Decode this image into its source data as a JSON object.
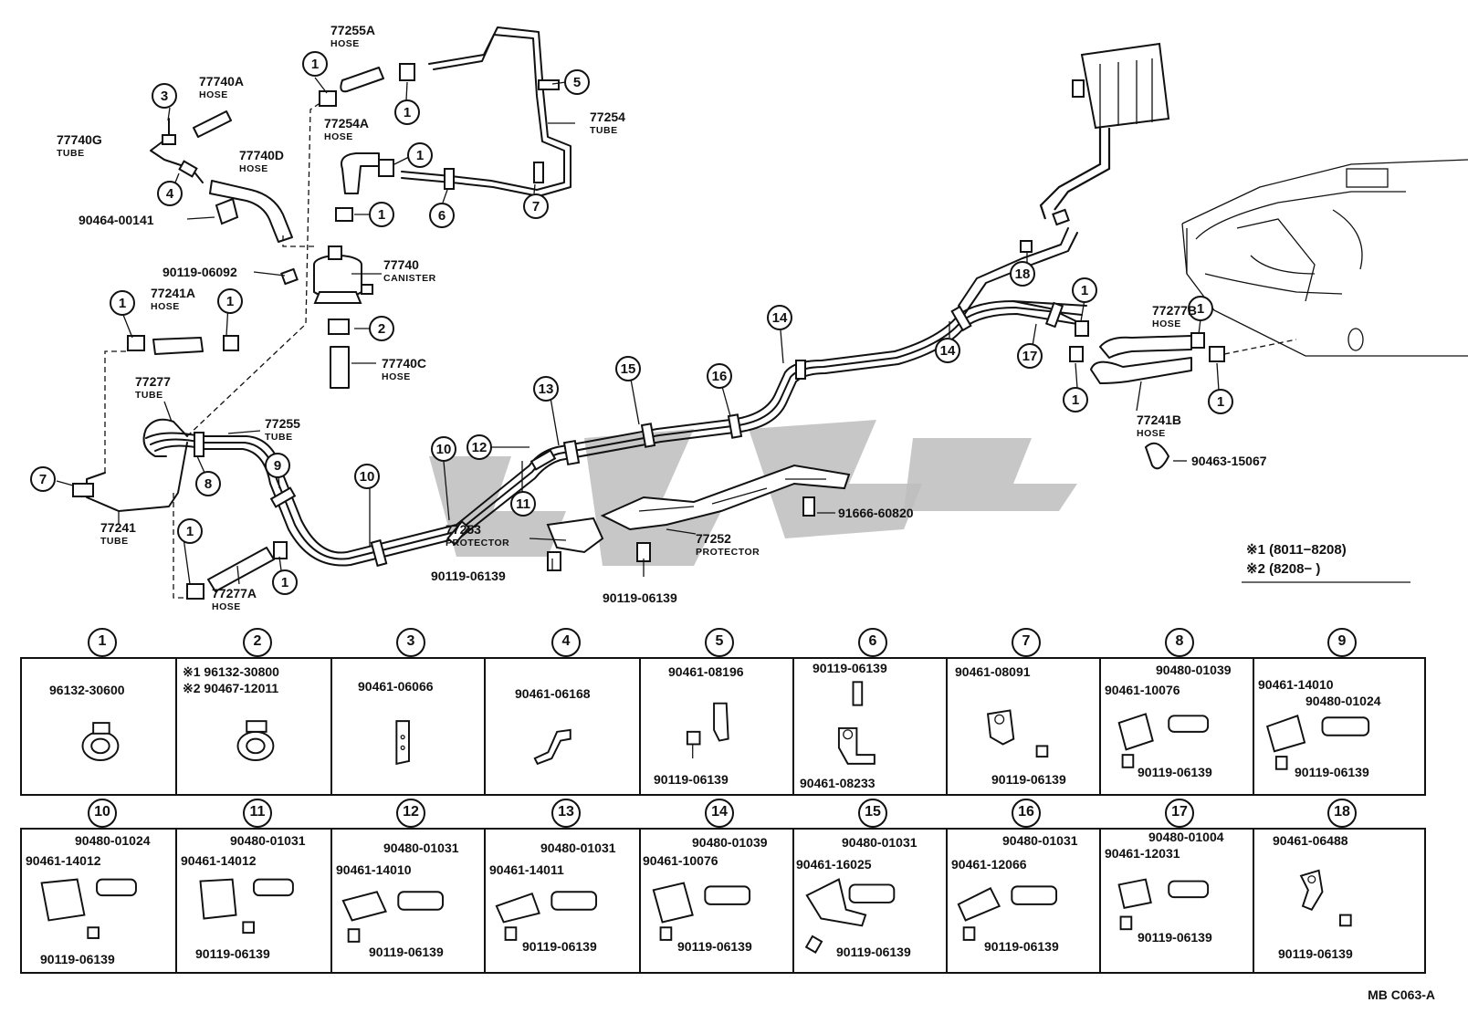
{
  "callouts": {
    "c1": "1",
    "c2": "2",
    "c3": "3",
    "c4": "4",
    "c5": "5",
    "c6": "6",
    "c7": "7",
    "c8": "8",
    "c9": "9",
    "c10": "10",
    "c11": "11",
    "c12": "12",
    "c13": "13",
    "c14": "14",
    "c15": "15",
    "c16": "16",
    "c17": "17",
    "c18": "18"
  },
  "labels": {
    "p77255A": "77255A",
    "p77740A": "77740A",
    "p77740G": "77740G",
    "p77254A": "77254A",
    "p77254": "77254",
    "p77740D": "77740D",
    "p90464": "90464-00141",
    "p90119_06092": "90119-06092",
    "p77740": "77740",
    "p77241A": "77241A",
    "p77740C": "77740C",
    "p77277": "77277",
    "p77255": "77255",
    "p77241": "77241",
    "p77277A": "77277A",
    "p77253": "77253",
    "p77252": "77252",
    "p90119_06139": "90119-06139",
    "p91666": "91666-60820",
    "p77277B": "77277B",
    "p77241B": "77241B",
    "p90463": "90463-15067"
  },
  "subs": {
    "hose": "HOSE",
    "tube": "TUBE",
    "canister": "CANISTER",
    "protector": "PROTECTOR"
  },
  "notes": {
    "n1": "※1 (8011−8208)",
    "n2": "※2 (8208−        )"
  },
  "cells": [
    {
      "num": "1",
      "parts": [
        "96132-30600"
      ]
    },
    {
      "num": "2",
      "parts": [
        "※1 96132-30800",
        "※2 90467-12011"
      ]
    },
    {
      "num": "3",
      "parts": [
        "90461-06066"
      ]
    },
    {
      "num": "4",
      "parts": [
        "90461-06168"
      ]
    },
    {
      "num": "5",
      "parts": [
        "90461-08196",
        "90119-06139"
      ]
    },
    {
      "num": "6",
      "parts": [
        "90119-06139",
        "90461-08233"
      ]
    },
    {
      "num": "7",
      "parts": [
        "90461-08091",
        "90119-06139"
      ]
    },
    {
      "num": "8",
      "parts": [
        "90480-01039",
        "90461-10076",
        "90119-06139"
      ]
    },
    {
      "num": "9",
      "parts": [
        "90461-14010",
        "90480-01024",
        "90119-06139"
      ]
    },
    {
      "num": "10",
      "parts": [
        "90480-01024",
        "90461-14012",
        "90119-06139"
      ]
    },
    {
      "num": "11",
      "parts": [
        "90480-01031",
        "90461-14012",
        "90119-06139"
      ]
    },
    {
      "num": "12",
      "parts": [
        "90480-01031",
        "90461-14010",
        "90119-06139"
      ]
    },
    {
      "num": "13",
      "parts": [
        "90480-01031",
        "90461-14011",
        "90119-06139"
      ]
    },
    {
      "num": "14",
      "parts": [
        "90480-01039",
        "90461-10076",
        "90119-06139"
      ]
    },
    {
      "num": "15",
      "parts": [
        "90480-01031",
        "90461-16025",
        "90119-06139"
      ]
    },
    {
      "num": "16",
      "parts": [
        "90480-01031",
        "90461-12066",
        "90119-06139"
      ]
    },
    {
      "num": "17",
      "parts": [
        "90480-01004",
        "90461-12031",
        "90119-06139"
      ]
    },
    {
      "num": "18",
      "parts": [
        "90461-06488",
        "90119-06139"
      ]
    }
  ],
  "reference": "MB C063-A"
}
